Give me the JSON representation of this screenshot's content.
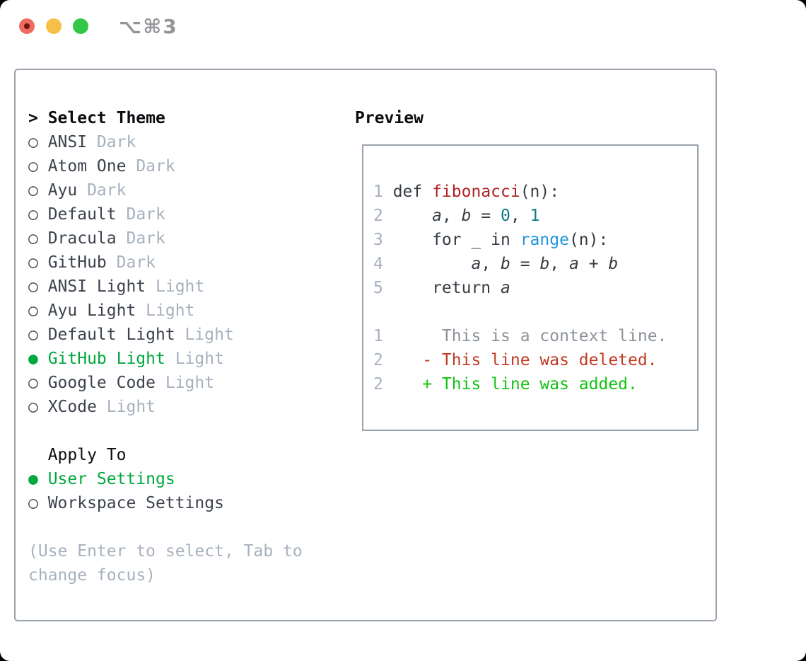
{
  "window": {
    "title": "⌥⌘3",
    "traffic_lights": [
      {
        "name": "close"
      },
      {
        "name": "minimize"
      },
      {
        "name": "zoom"
      }
    ]
  },
  "colors": {
    "ui_green": "#00a83e",
    "added_green": "#12c312",
    "deleted_red": "#c23a22",
    "function_red": "#b02126",
    "number_teal": "#0b7c86",
    "call_blue": "#1f96dc",
    "muted_gray": "#a7b1be",
    "border_gray": "#9aa2ac"
  },
  "markers": {
    "unselected": "○",
    "selected": "●"
  },
  "theme_panel": {
    "header": {
      "prefix": ">",
      "label": "Select Theme"
    },
    "themes": [
      {
        "name": "ANSI",
        "tag": "Dark",
        "selected": false
      },
      {
        "name": "Atom One",
        "tag": "Dark",
        "selected": false
      },
      {
        "name": "Ayu",
        "tag": "Dark",
        "selected": false
      },
      {
        "name": "Default",
        "tag": "Dark",
        "selected": false
      },
      {
        "name": "Dracula",
        "tag": "Dark",
        "selected": false
      },
      {
        "name": "GitHub",
        "tag": "Dark",
        "selected": false
      },
      {
        "name": "ANSI Light",
        "tag": "Light",
        "selected": false
      },
      {
        "name": "Ayu Light",
        "tag": "Light",
        "selected": false
      },
      {
        "name": "Default Light",
        "tag": "Light",
        "selected": false
      },
      {
        "name": "GitHub Light",
        "tag": "Light",
        "selected": true
      },
      {
        "name": "Google Code",
        "tag": "Light",
        "selected": false
      },
      {
        "name": "XCode",
        "tag": "Light",
        "selected": false
      }
    ],
    "apply_to": {
      "label": "Apply To",
      "options": [
        {
          "name": "User Settings",
          "selected": true
        },
        {
          "name": "Workspace Settings",
          "selected": false
        }
      ]
    },
    "hint_lines": [
      "(Use Enter to select, Tab to",
      "change focus)"
    ]
  },
  "preview": {
    "label": "Preview",
    "lines": [
      {
        "n": "1",
        "segs": [
          {
            "t": "def ",
            "c": "pln"
          },
          {
            "t": "fibonacci",
            "c": "fn"
          },
          {
            "t": "(n):",
            "c": "pln"
          }
        ]
      },
      {
        "n": "2",
        "segs": [
          {
            "t": "    ",
            "c": "pln"
          },
          {
            "t": "a",
            "c": "var"
          },
          {
            "t": ", ",
            "c": "pln"
          },
          {
            "t": "b",
            "c": "var"
          },
          {
            "t": " = ",
            "c": "pln"
          },
          {
            "t": "0",
            "c": "lit"
          },
          {
            "t": ", ",
            "c": "pln"
          },
          {
            "t": "1",
            "c": "lit"
          }
        ]
      },
      {
        "n": "3",
        "segs": [
          {
            "t": "    for _ in ",
            "c": "pln"
          },
          {
            "t": "range",
            "c": "call"
          },
          {
            "t": "(n):",
            "c": "pln"
          }
        ]
      },
      {
        "n": "4",
        "segs": [
          {
            "t": "        ",
            "c": "pln"
          },
          {
            "t": "a",
            "c": "var"
          },
          {
            "t": ", ",
            "c": "pln"
          },
          {
            "t": "b",
            "c": "var"
          },
          {
            "t": " = ",
            "c": "pln"
          },
          {
            "t": "b",
            "c": "var"
          },
          {
            "t": ", ",
            "c": "pln"
          },
          {
            "t": "a",
            "c": "var"
          },
          {
            "t": " + ",
            "c": "pln"
          },
          {
            "t": "b",
            "c": "var"
          }
        ]
      },
      {
        "n": "5",
        "segs": [
          {
            "t": "    return ",
            "c": "pln"
          },
          {
            "t": "a",
            "c": "var"
          }
        ]
      },
      {
        "n": "",
        "segs": []
      },
      {
        "n": "1",
        "segs": [
          {
            "t": "     This is a context line.",
            "c": "ctx"
          }
        ]
      },
      {
        "n": "2",
        "segs": [
          {
            "t": "   - This line was deleted.",
            "c": "del"
          }
        ]
      },
      {
        "n": "2",
        "segs": [
          {
            "t": "   + This line was added.",
            "c": "add"
          }
        ]
      }
    ]
  }
}
